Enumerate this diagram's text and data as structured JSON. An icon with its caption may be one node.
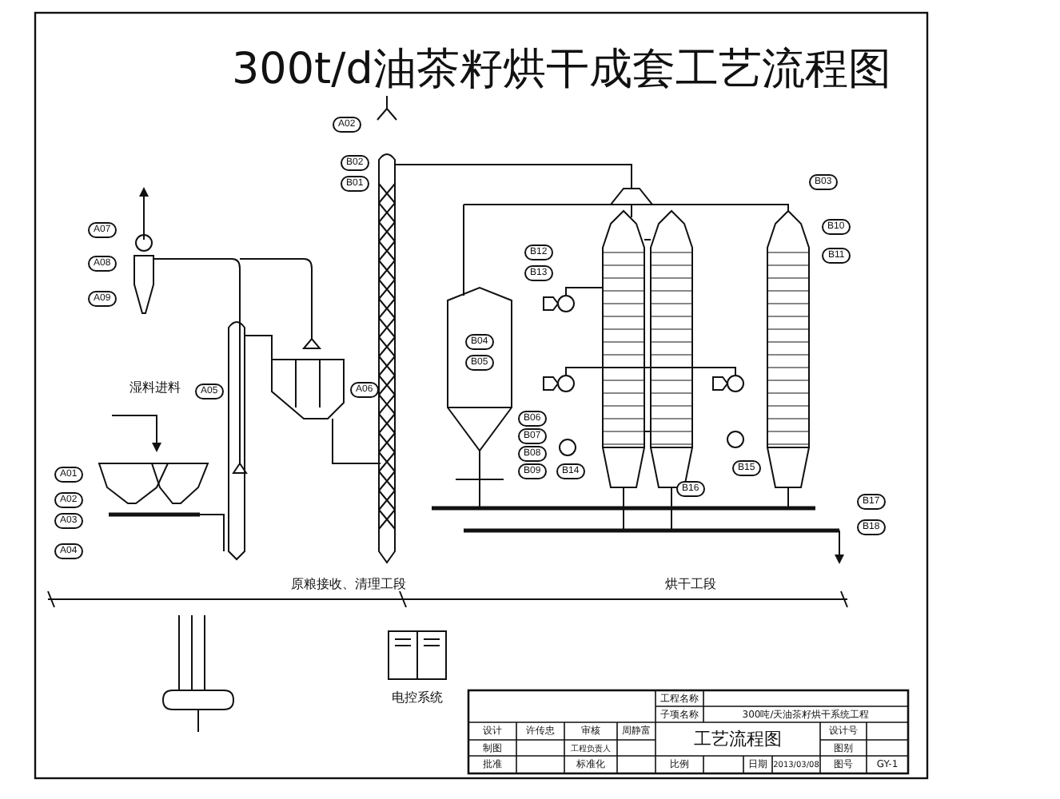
{
  "diagram": {
    "title": "300t/d油茶籽烘干成套工艺流程图",
    "labels": [
      "A02",
      "B02",
      "B01",
      "B03",
      "A07",
      "B10",
      "B11",
      "A08",
      "B12",
      "B13",
      "A09",
      "B04",
      "B05",
      "A05",
      "A06",
      "湿料进料",
      "B06",
      "B07",
      "B08",
      "B09",
      "B14",
      "B15",
      "A01",
      "B16",
      "A02",
      "B17",
      "A03",
      "B18",
      "A04",
      "原粮接收、清理工段",
      "烘干工段",
      "电控系统",
      "工程名称",
      "子项名称",
      "300吨/天油茶籽烘干系统工程",
      "设计",
      "许传忠",
      "审核",
      "周静富",
      "工艺流程图",
      "设计号",
      "制图",
      "工程负责人",
      "图别",
      "批准",
      "标准化",
      "比例",
      "日期",
      "2013/03/08",
      "图号",
      "GY-1"
    ]
  }
}
